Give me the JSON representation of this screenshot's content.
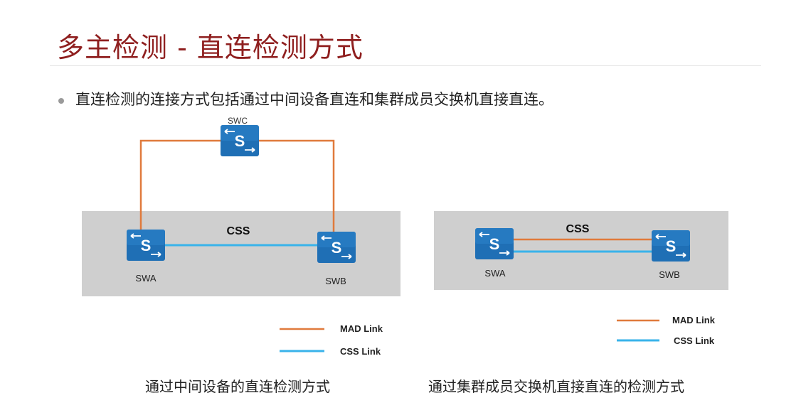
{
  "title": "多主检测 - 直连检测方式",
  "bullet": "直连检测的连接方式包括通过中间设备直连和集群成员交换机直接直连。",
  "colors": {
    "title": "#8f1f1f",
    "mad_link": "#e07a3c",
    "css_link": "#39b3ea",
    "css_box": "#cfcfcf",
    "switch": "#1f6fb5"
  },
  "diagram_left": {
    "cluster_label": "CSS",
    "switches": [
      "SWC",
      "SWA",
      "SWB"
    ],
    "legend": {
      "mad": "MAD Link",
      "css": "CSS Link"
    },
    "caption": "通过中间设备的直连检测方式"
  },
  "diagram_right": {
    "cluster_label": "CSS",
    "switches": [
      "SWA",
      "SWB"
    ],
    "legend": {
      "mad": "MAD Link",
      "css": "CSS Link"
    },
    "caption": "通过集群成员交换机直接直连的检测方式"
  },
  "icons": {
    "switch": "switch-icon"
  }
}
